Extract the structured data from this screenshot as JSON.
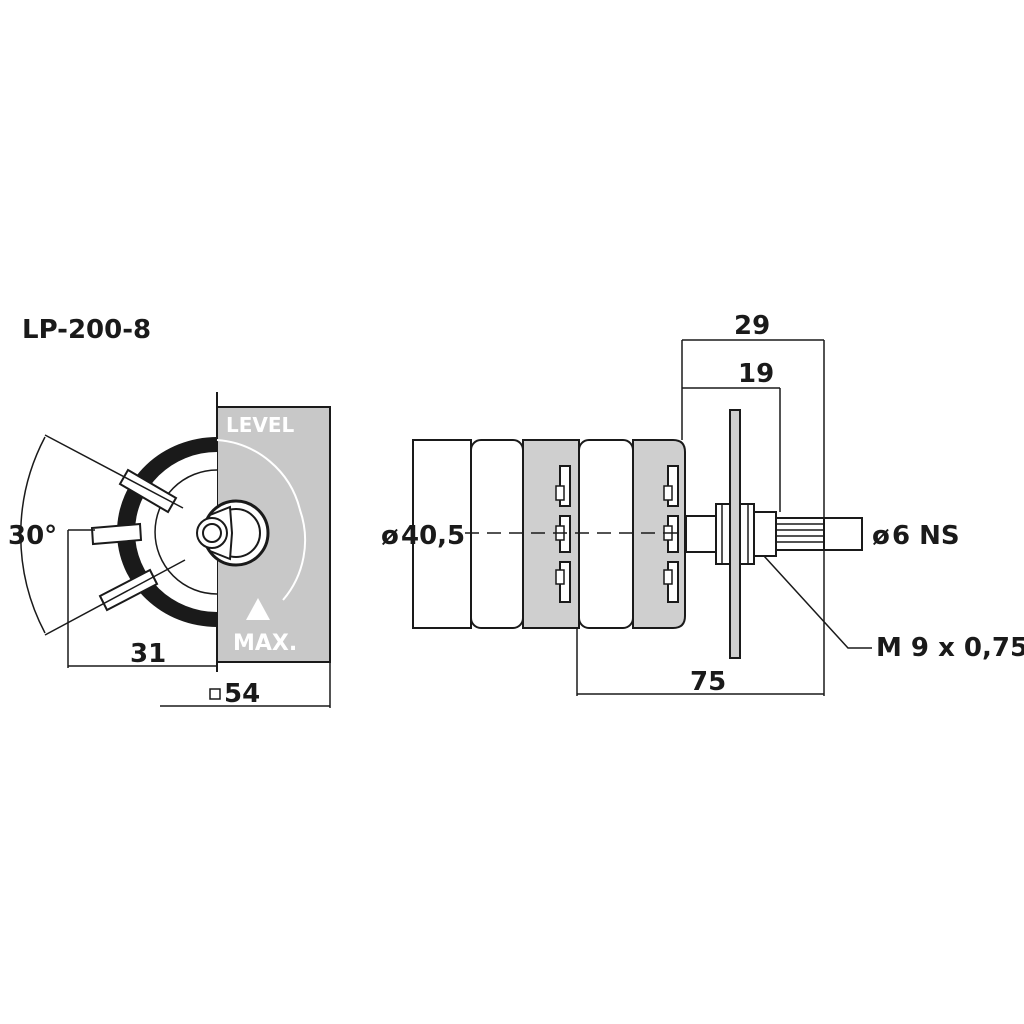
{
  "title": "LP-200-8",
  "front_view": {
    "panel_top_label": "LEVEL",
    "panel_bottom_label": "MAX.",
    "angle_label": "30°",
    "depth_label": "31",
    "width_label": "54",
    "width_symbol": "square"
  },
  "side_view": {
    "diameter_label": "40,5",
    "diameter_symbol": "ø",
    "overall_label": "29",
    "inner_label": "19",
    "length_label": "75",
    "shaft_label": "6 NS",
    "shaft_symbol": "ø",
    "thread_label": "M 9 x 0,75"
  },
  "colors": {
    "line": "#1a1a1a",
    "panel_fill": "#c8c8c8",
    "section_fill": "#cfcfcf",
    "background": "#ffffff"
  }
}
